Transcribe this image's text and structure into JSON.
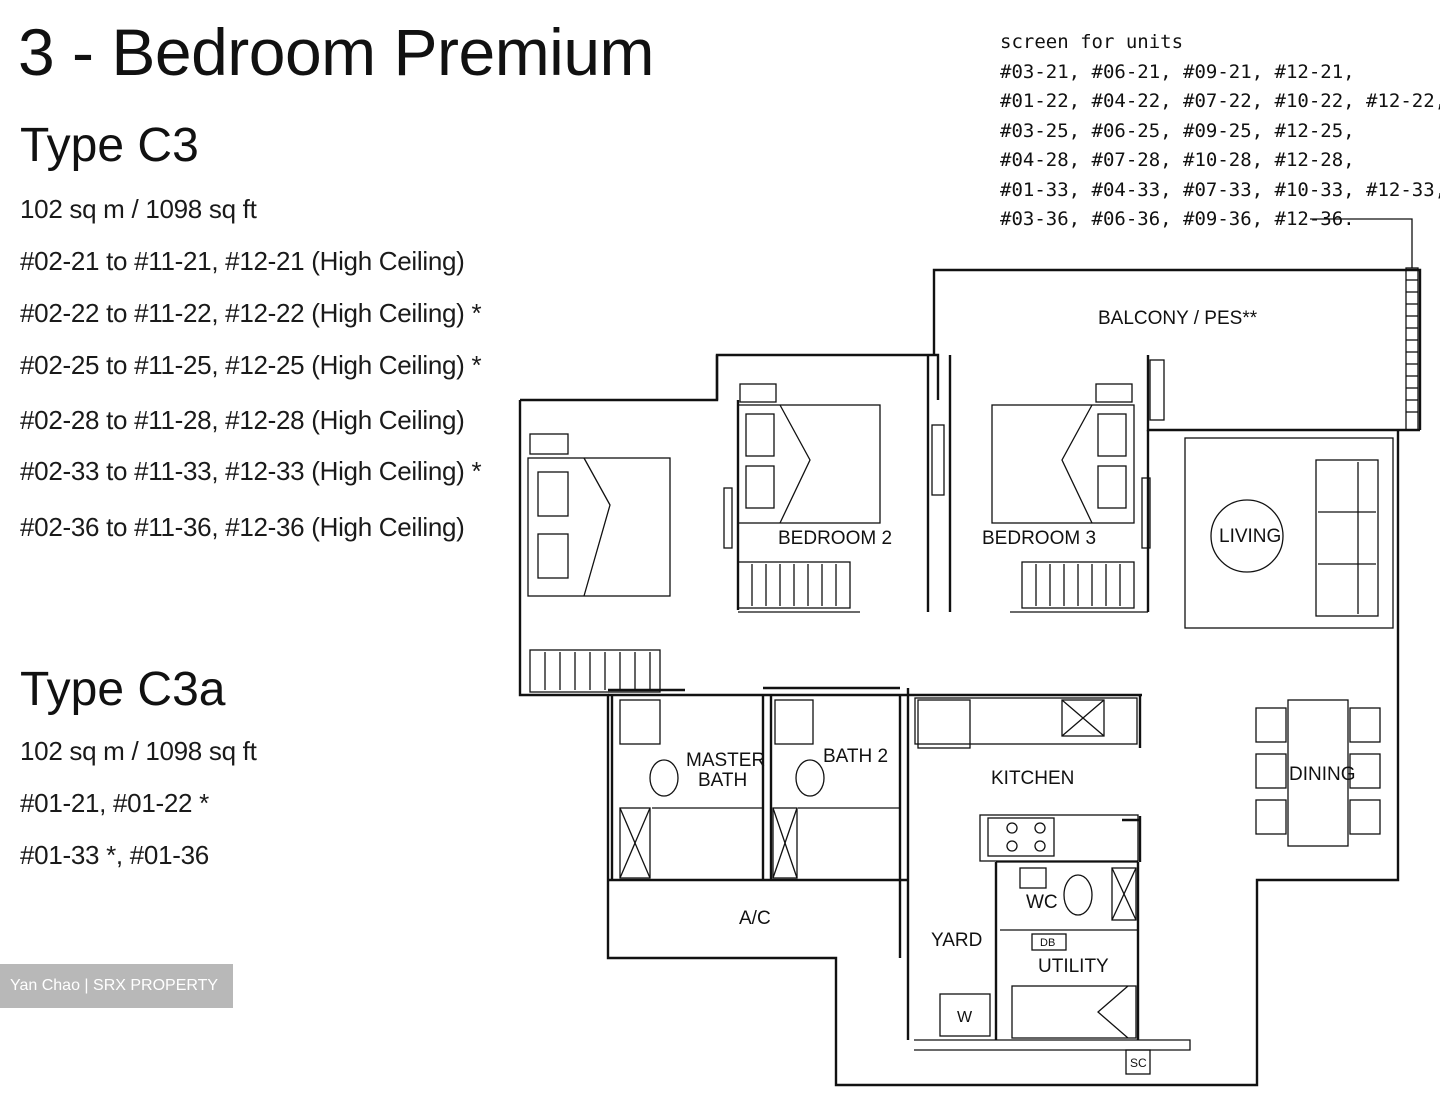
{
  "title": "3 - Bedroom Premium",
  "type_c3": {
    "heading": "Type C3",
    "area": "102 sq m / 1098 sq ft",
    "units": [
      "#02-21 to #11-21, #12-21 (High Ceiling)",
      "#02-22 to #11-22, #12-22 (High Ceiling) *",
      "#02-25 to #11-25, #12-25 (High Ceiling) *",
      "#02-28 to #11-28, #12-28 (High Ceiling)",
      "#02-33 to #11-33, #12-33 (High Ceiling) *",
      "#02-36 to #11-36, #12-36 (High Ceiling)"
    ]
  },
  "type_c3a": {
    "heading": "Type C3a",
    "area": "102 sq m / 1098 sq ft",
    "units": [
      "#01-21, #01-22 *",
      "#01-33 *, #01-36"
    ]
  },
  "screen_note": {
    "heading": "screen for units",
    "lines": [
      "#03-21, #06-21, #09-21, #12-21,",
      "#01-22, #04-22, #07-22, #10-22, #12-22,",
      "#03-25, #06-25, #09-25, #12-25,",
      "#04-28, #07-28, #10-28, #12-28,",
      "#01-33, #04-33, #07-33, #10-33, #12-33,",
      "#03-36, #06-36, #09-36, #12-36."
    ]
  },
  "rooms": {
    "balcony": "BALCONY / PES**",
    "bedroom2": "BEDROOM 2",
    "bedroom3": "BEDROOM 3",
    "living": "LIVING",
    "dining": "DINING",
    "master_bath_1": "MASTER",
    "master_bath_2": "BATH",
    "bath2": "BATH 2",
    "kitchen": "KITCHEN",
    "ac": "A/C",
    "yard": "YARD",
    "wc": "WC",
    "utility": "UTILITY",
    "washer": "W",
    "db": "DB",
    "sc": "SC"
  },
  "watermark": "Yan Chao | SRX PROPERTY"
}
